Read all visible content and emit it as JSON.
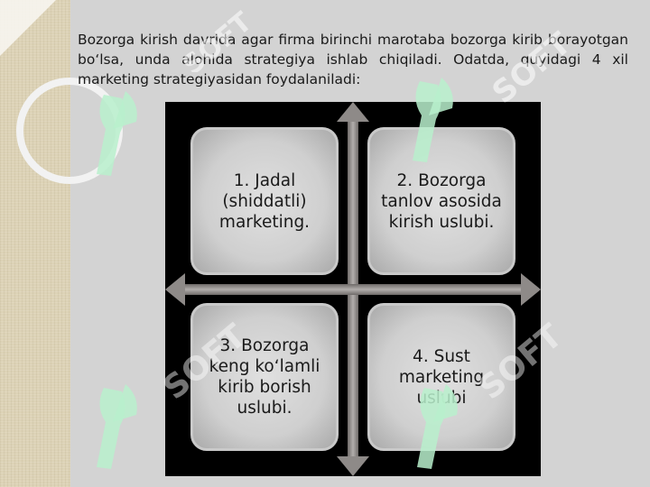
{
  "slide": {
    "intro_text": "Bozorga kirish davrida agar firma birinchi marotaba bozorga kirib borayotgan bo‘lsa, unda alohida strategiya ishlab chiqiladi. Odatda, quyidagi 4 xil marketing strategiyasidan foydalaniladi:"
  },
  "diagram": {
    "quadrants": [
      "1. Jadal (shiddatli) marketing.",
      "2. Bozorga tanlov asosida kirish uslubi.",
      "3. Bozorga keng ko‘lamli kirib borish uslubi.",
      "4. Sust marketing uslubi"
    ]
  },
  "watermark": {
    "text": "SOFT"
  },
  "colors": {
    "background": "#d3d3d3",
    "side_band": "#dcd2b6",
    "diagram_background": "#000000",
    "arrow": "#8e8a88",
    "watermark": "#b8f0cc"
  }
}
